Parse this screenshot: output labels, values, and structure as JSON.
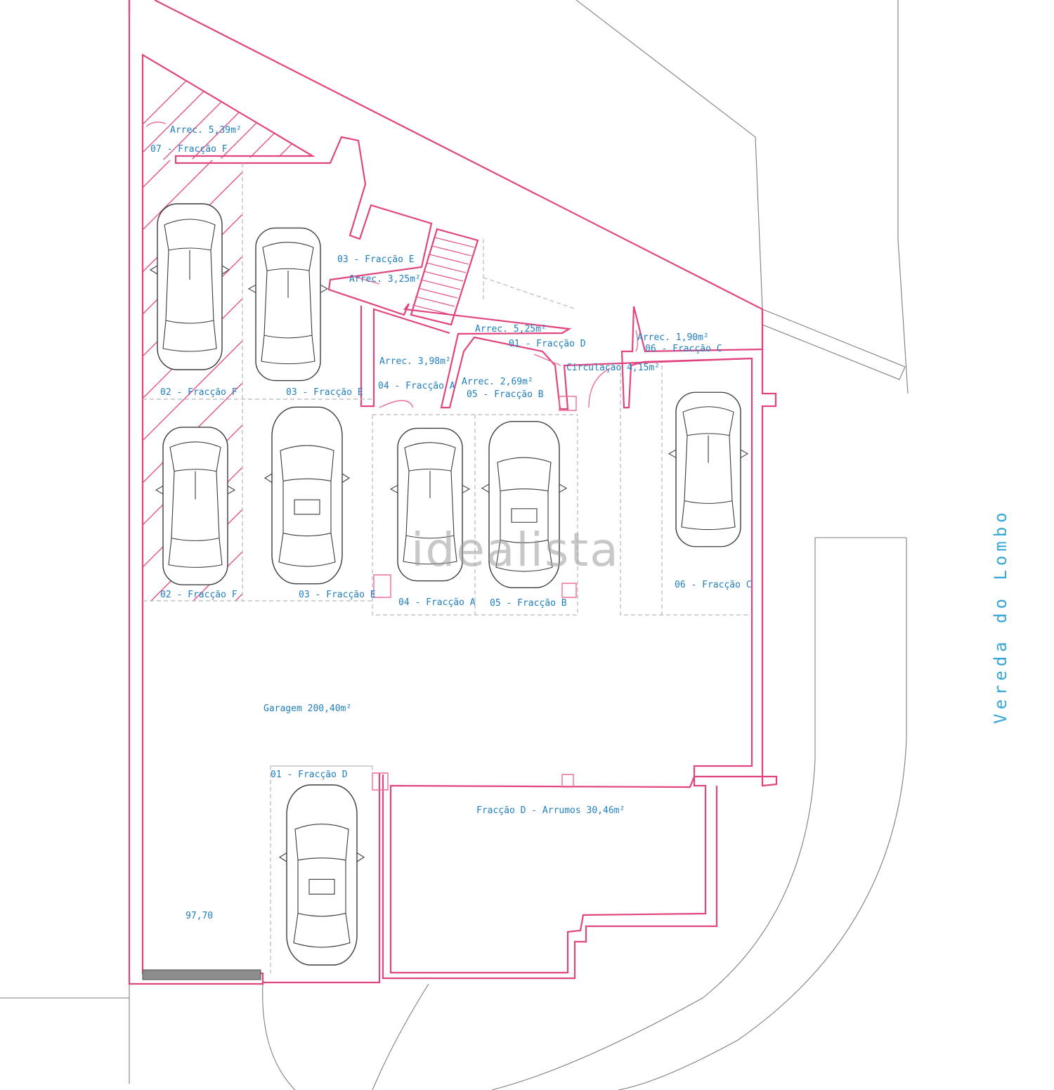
{
  "watermark": "idealista",
  "street_label": "Vereda do Lombo",
  "spot_labels": {
    "f07": "07 - Fracção F",
    "f02_top": "02 - Fracção F",
    "f03_top": "03 - Fracção E",
    "f02_bottom": "02 - Fracção F",
    "f03_bottom": "03 - Fracção E",
    "f04": "04 - Fracção A",
    "f05": "05 - Fracção B",
    "f06": "06 - Fracção C",
    "f01": "01 - Fracção D"
  },
  "storage_labels": {
    "arrec_539": "Arrec. 5,39m²",
    "arrec_325_owner": "03 - Fracção E",
    "arrec_325": "Arrec. 3,25m²",
    "arrec_525": "Arrec. 5,25m²",
    "arrec_525_owner": "01 - Fracção D",
    "arrec_398": "Arrec. 3,98m²",
    "arrec_398_owner": "04 - Fracção A",
    "arrec_269": "Arrec. 2,69m²",
    "arrec_269_owner": "05 - Fracção B",
    "circulacao": "Circulação 4,15m²",
    "arrec_190": "Arrec. 1,90m²",
    "arrec_190_owner": "06 - Fracção C"
  },
  "area_labels": {
    "garagem": "Garagem 200,40m²",
    "arrumos": "Fracção D - Arrumos 30,46m²",
    "level": "97,70"
  },
  "colors": {
    "walls": "#e0457f",
    "labels": "#1e7ec0",
    "street": "#37a6d8",
    "cars": "#3b3b3b",
    "site": "#7e7e7e"
  }
}
